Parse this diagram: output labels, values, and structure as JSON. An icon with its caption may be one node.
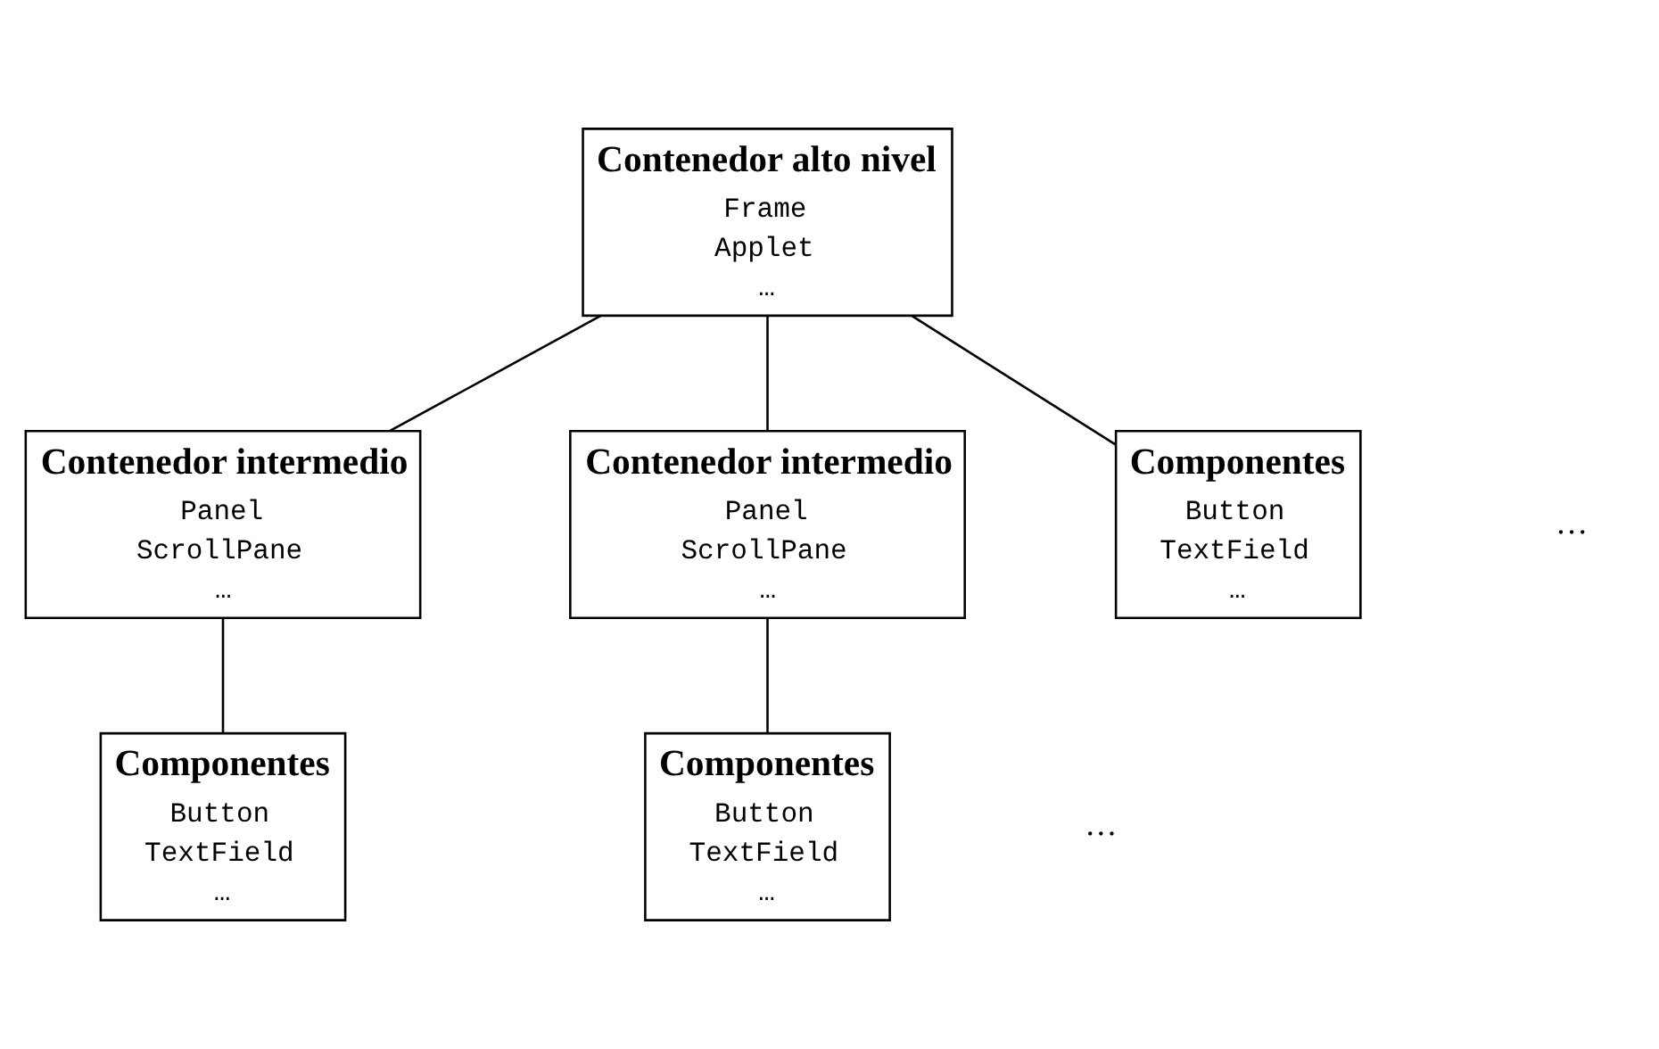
{
  "diagram": {
    "nodes": [
      {
        "text": [
          "Contenedor alto nivel",
          "Frame",
          "Applet",
          "…"
        ]
      },
      {
        "text": [
          "Contenedor intermedio",
          "Panel",
          "ScrollPane",
          "…"
        ]
      },
      {
        "text": [
          "Contenedor intermedio",
          "Panel",
          "ScrollPane",
          "…"
        ]
      },
      {
        "text": [
          "Componentes",
          "Button",
          "TextField",
          "…"
        ]
      },
      {
        "text": [
          "Componentes",
          "Button",
          "TextField",
          "…"
        ]
      },
      {
        "text": [
          "Componentes",
          "Button",
          "TextField",
          "…"
        ]
      }
    ],
    "edges": [
      {
        "from": 0,
        "to": 1,
        "arrow": "none"
      },
      {
        "from": 0,
        "to": 2,
        "arrow": "none"
      },
      {
        "from": 0,
        "to": 3,
        "arrow": "none"
      },
      {
        "from": 1,
        "to": 4,
        "arrow": "none"
      },
      {
        "from": 2,
        "to": 5,
        "arrow": "none"
      }
    ],
    "labels": [
      "…",
      "…"
    ]
  }
}
